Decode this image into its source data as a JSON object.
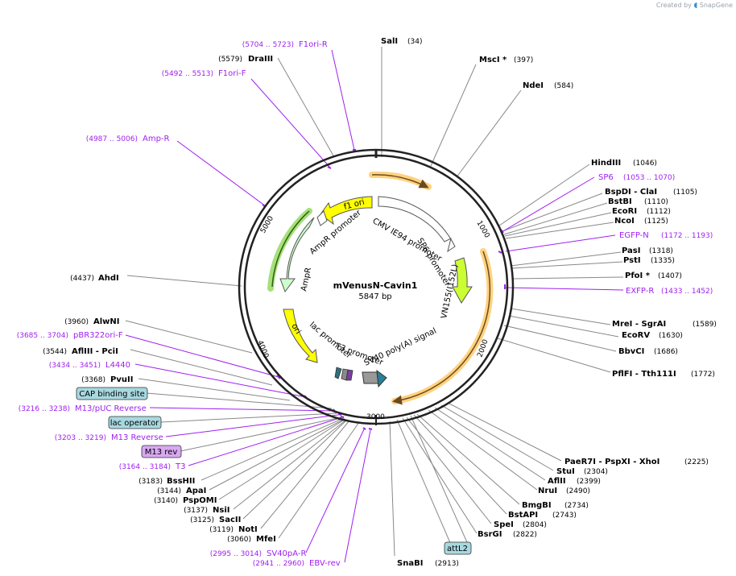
{
  "credit": {
    "text": "Created by",
    "brand": "SnapGene"
  },
  "plasmid": {
    "name": "mVenusN-Cavin1",
    "size_label": "5847 bp",
    "length": 5847
  },
  "ticks": [
    {
      "label": "1000",
      "pos": 1000
    },
    {
      "label": "2000",
      "pos": 2000
    },
    {
      "label": "3000",
      "pos": 3000
    },
    {
      "label": "4000",
      "pos": 4000
    },
    {
      "label": "5000",
      "pos": 5000
    }
  ],
  "enzymes_right": [
    {
      "name": "SalI",
      "pos": "(34)"
    },
    {
      "name": "MscI *",
      "pos": "(397)"
    },
    {
      "name": "NdeI",
      "pos": "(584)"
    },
    {
      "name": "HindIII",
      "pos": "(1046)"
    },
    {
      "name": "BspDI - ClaI",
      "pos": "(1105)"
    },
    {
      "name": "BstBI",
      "pos": "(1110)"
    },
    {
      "name": "EcoRI",
      "pos": "(1112)"
    },
    {
      "name": "NcoI",
      "pos": "(1125)"
    },
    {
      "name": "PasI",
      "pos": "(1318)"
    },
    {
      "name": "PstI",
      "pos": "(1335)"
    },
    {
      "name": "PfoI *",
      "pos": "(1407)"
    },
    {
      "name": "MreI - SgrAI",
      "pos": "(1589)"
    },
    {
      "name": "EcoRV",
      "pos": "(1630)"
    },
    {
      "name": "BbvCI",
      "pos": "(1686)"
    },
    {
      "name": "PflFI - Tth111I",
      "pos": "(1772)"
    },
    {
      "name": "PaeR7I - PspXI - XhoI",
      "pos": "(2225)"
    },
    {
      "name": "StuI",
      "pos": "(2304)"
    },
    {
      "name": "AflII",
      "pos": "(2399)"
    },
    {
      "name": "NruI",
      "pos": "(2490)"
    },
    {
      "name": "BmgBI",
      "pos": "(2734)"
    },
    {
      "name": "BstAPI",
      "pos": "(2743)"
    },
    {
      "name": "SpeI",
      "pos": "(2804)"
    },
    {
      "name": "BsrGI",
      "pos": "(2822)"
    },
    {
      "name": "SnaBI",
      "pos": "(2913)"
    }
  ],
  "enzymes_left": [
    {
      "name": "DraIII",
      "pos": "(5579)"
    },
    {
      "name": "AhdI",
      "pos": "(4437)"
    },
    {
      "name": "AlwNI",
      "pos": "(3960)"
    },
    {
      "name": "AflIII - PciI",
      "pos": "(3544)"
    },
    {
      "name": "PvuII",
      "pos": "(3368)"
    },
    {
      "name": "BssHII",
      "pos": "(3183)"
    },
    {
      "name": "ApaI",
      "pos": "(3144)"
    },
    {
      "name": "PspOMI",
      "pos": "(3140)"
    },
    {
      "name": "NsiI",
      "pos": "(3137)"
    },
    {
      "name": "SacII",
      "pos": "(3125)"
    },
    {
      "name": "NotI",
      "pos": "(3119)"
    },
    {
      "name": "MfeI",
      "pos": "(3060)"
    }
  ],
  "primers": [
    {
      "name": "F1ori-R",
      "range": "(5704 .. 5723)"
    },
    {
      "name": "F1ori-F",
      "range": "(5492 .. 5513)"
    },
    {
      "name": "Amp-R",
      "range": "(4987 .. 5006)"
    },
    {
      "name": "SP6",
      "range": "(1053 .. 1070)"
    },
    {
      "name": "EGFP-N",
      "range": "(1172 .. 1193)"
    },
    {
      "name": "EXFP-R",
      "range": "(1433 .. 1452)"
    },
    {
      "name": "pBR322ori-F",
      "range": "(3685 .. 3704)"
    },
    {
      "name": "L4440",
      "range": "(3434 .. 3451)"
    },
    {
      "name": "M13/pUC Reverse",
      "range": "(3216 .. 3238)"
    },
    {
      "name": "M13 Reverse",
      "range": "(3203 .. 3219)"
    },
    {
      "name": "T3",
      "range": "(3164 .. 3184)"
    },
    {
      "name": "SV40pA-R",
      "range": "(2995 .. 3014)"
    },
    {
      "name": "EBV-rev",
      "range": "(2941 .. 2960)"
    }
  ],
  "boxed_features": [
    {
      "name": "CAP binding site",
      "color": "#a8d8e0"
    },
    {
      "name": "lac operator",
      "color": "#a8d8e0"
    },
    {
      "name": "M13 rev",
      "color": "#d8a8f0"
    },
    {
      "name": "attL2",
      "color": "#a8d8e0"
    }
  ],
  "features": [
    {
      "name": "f1 ori",
      "color": "#ffff00"
    },
    {
      "name": "AmpR promoter",
      "color": "#ffffff"
    },
    {
      "name": "AmpR",
      "color": "#ccffcc"
    },
    {
      "name": "ori",
      "color": "#ffff00"
    },
    {
      "name": "lac promoter",
      "color": "#ffffff"
    },
    {
      "name": "T3 promoter",
      "color": "#ffffff"
    },
    {
      "name": "SV40 poly(A) signal",
      "color": "#999999"
    },
    {
      "name": "CMV IE94 promoter",
      "color": "#ffffff"
    },
    {
      "name": "SP6 promoter",
      "color": "#ffffff"
    },
    {
      "name": "VN155(I152L)",
      "color": "#ccff33"
    }
  ],
  "colors": {
    "enzyme": "#000000",
    "primer": "#a020f0",
    "backbone": "#222222",
    "highlight": "#ffd27f"
  }
}
